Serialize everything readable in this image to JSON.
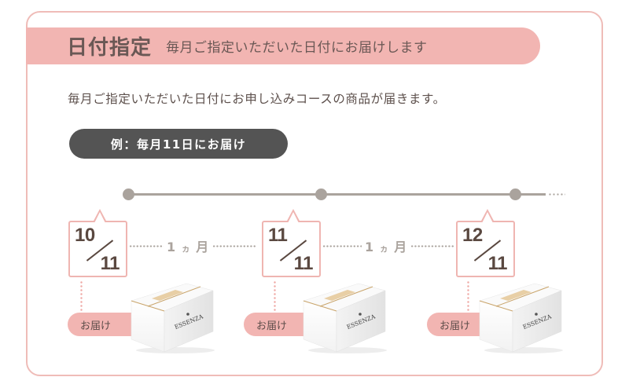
{
  "header": {
    "title": "日付指定",
    "subtitle": "毎月ご指定いただいた日付にお届けします"
  },
  "description": "毎月ご指定いただいた日付にお申し込みコースの商品が届きます。",
  "example": {
    "label": "例：毎月11日にお届け"
  },
  "timeline": {
    "dates": [
      {
        "month": "10",
        "day": "11"
      },
      {
        "month": "11",
        "day": "11"
      },
      {
        "month": "12",
        "day": "11"
      }
    ],
    "intervals": [
      {
        "num": "1",
        "small": "ヵ",
        "unit": "月"
      },
      {
        "num": "1",
        "small": "ヵ",
        "unit": "月"
      }
    ]
  },
  "deliveries": [
    {
      "label": "お届け",
      "brand": "ESSENZA"
    },
    {
      "label": "お届け",
      "brand": "ESSENZA"
    },
    {
      "label": "お届け",
      "brand": "ESSENZA"
    }
  ],
  "colors": {
    "pink": "#f2b5b2",
    "pink_border": "#efbcb8",
    "dark_pill": "#545454",
    "timeline_gray": "#aaa39d",
    "date_text": "#5a4840"
  }
}
